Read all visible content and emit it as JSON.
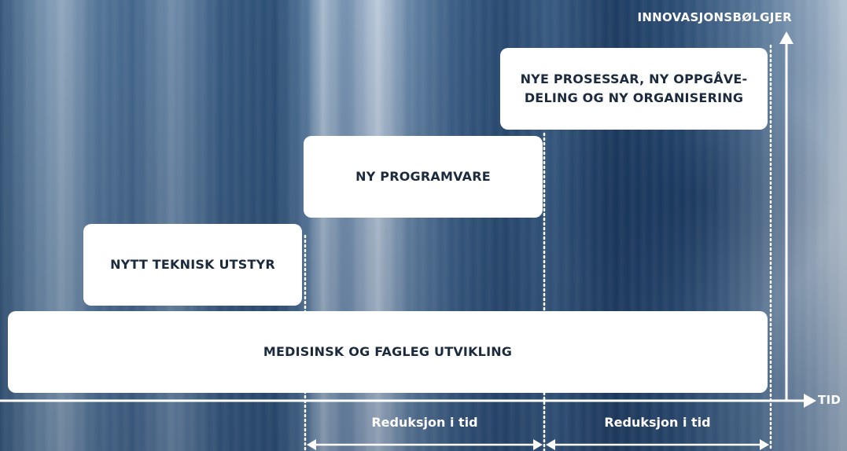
{
  "axes": {
    "y_label": "INNOVASJONSBØLGJER",
    "x_label": "TID"
  },
  "waves": [
    {
      "id": "medisinsk",
      "label": "MEDISINSK OG FAGLEG UTVIKLING"
    },
    {
      "id": "utstyr",
      "label": "NYTT TEKNISK UTSTYR"
    },
    {
      "id": "programvare",
      "label": "NY PROGRAMVARE"
    },
    {
      "id": "prosessar",
      "label_line1": "NYE PROSESSAR, NY OPPGÅVE-",
      "label_line2": "DELING OG NY ORGANISERING"
    }
  ],
  "reductions": [
    {
      "label": "Reduksjon i tid"
    },
    {
      "label": "Reduksjon i tid"
    }
  ],
  "colors": {
    "box_fill": "#ffffff",
    "box_text": "#1b2a3c",
    "lines": "#ffffff"
  }
}
